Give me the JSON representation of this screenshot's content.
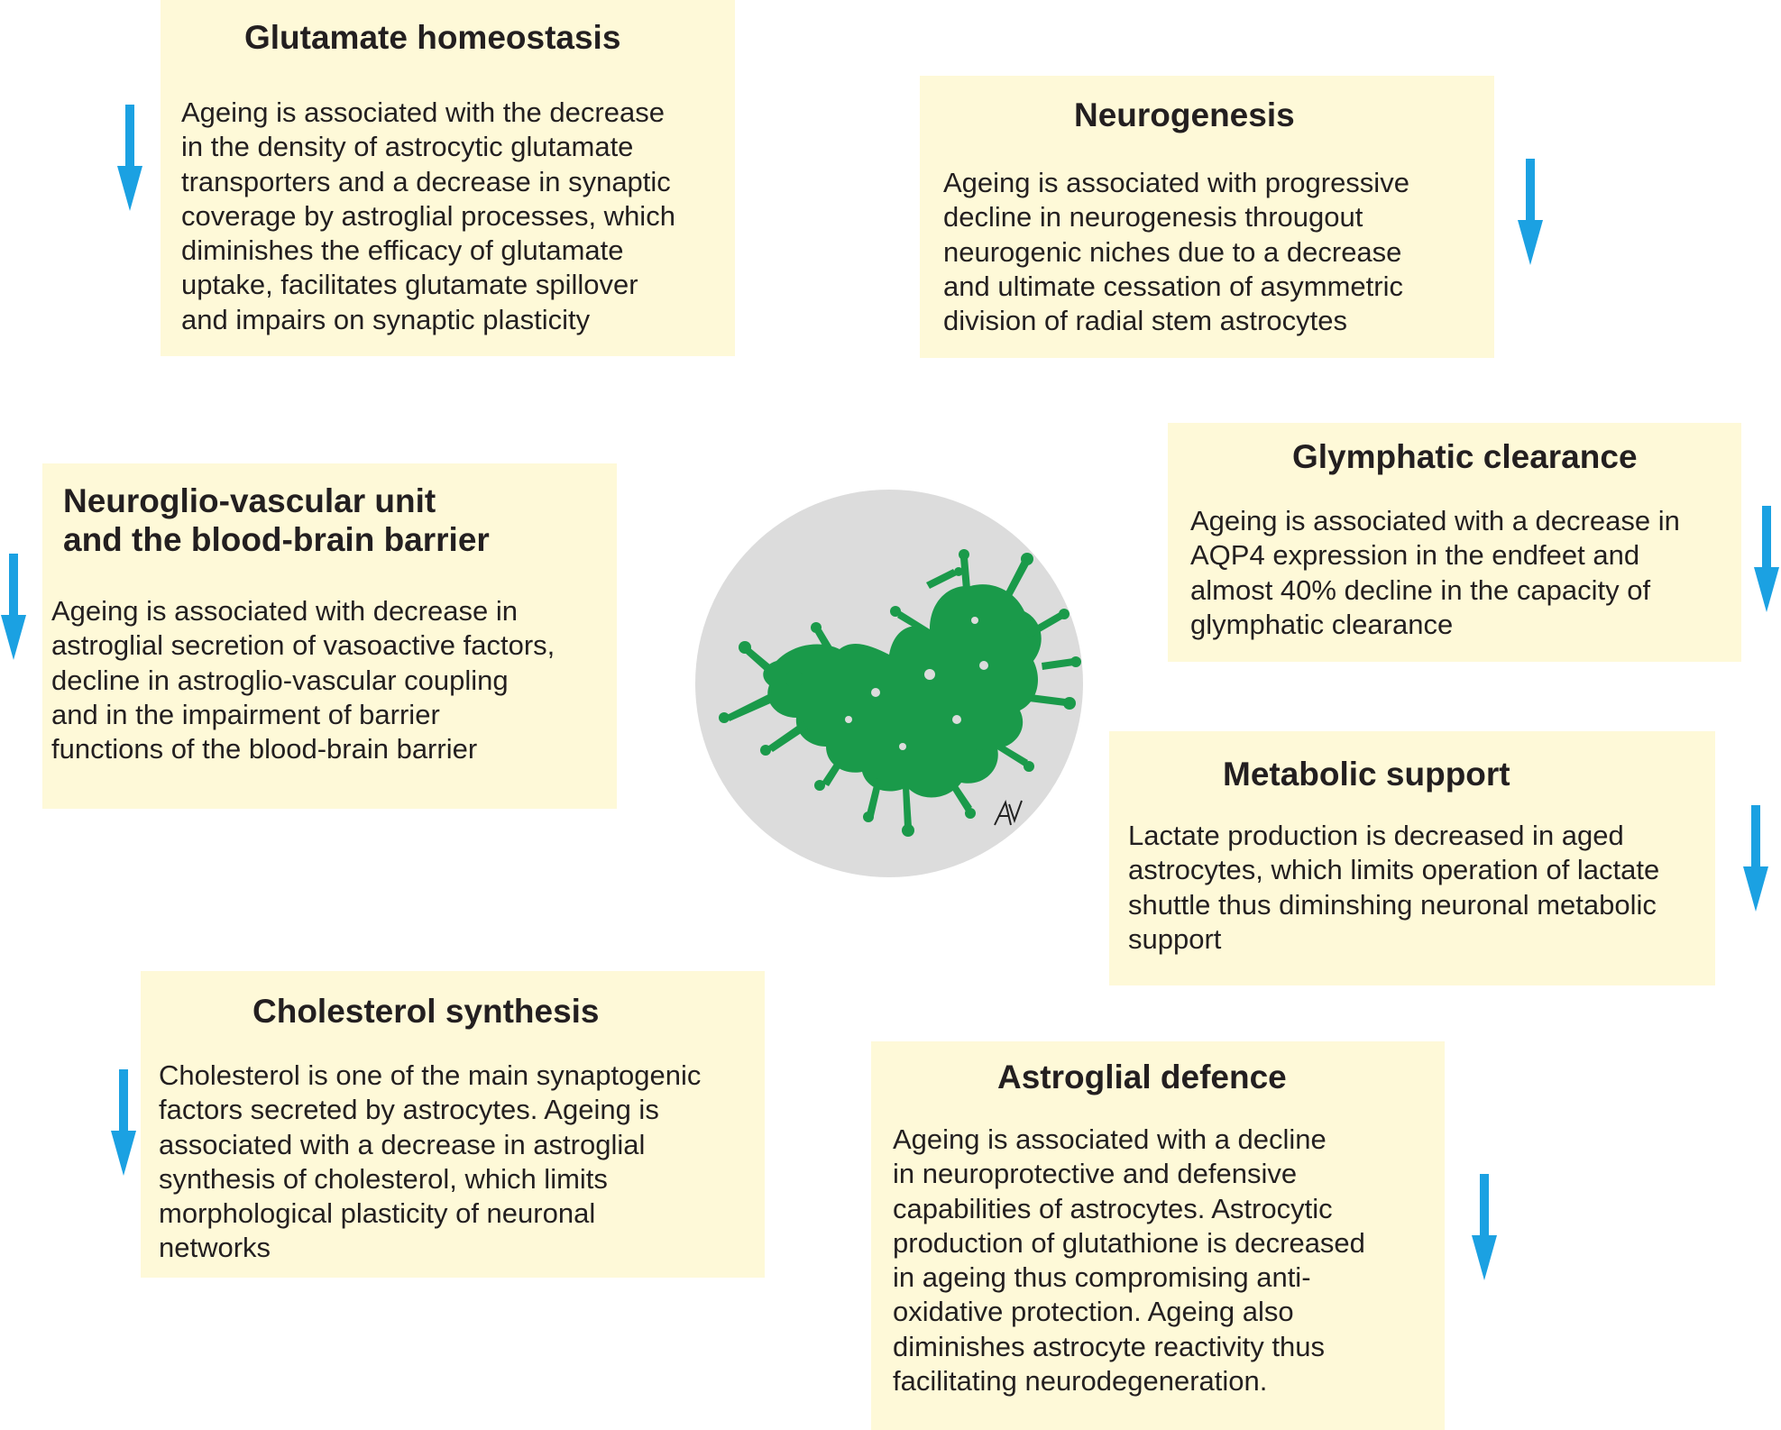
{
  "colors": {
    "box_fill": "#fef9d8",
    "arrow": "#1ba1e2",
    "circle": "#dcdcdc",
    "astrocyte": "#1a9a4a"
  },
  "center": {
    "icon": "astrocyte-illustration",
    "signature": "AV"
  },
  "boxes": {
    "glutamate": {
      "title": "Glutamate homeostasis",
      "text": "Ageing is associated with the decrease\nin the density of astrocytic glutamate\ntransporters and a decrease in synaptic\ncoverage by astroglial processes, which\ndiminishes the efficacy of glutamate\nuptake, facilitates glutamate spillover\nand impairs on synaptic plasticity",
      "trend": "decrease"
    },
    "neurogenesis": {
      "title": "Neurogenesis",
      "text": "Ageing is associated with progressive\ndecline in neurogenesis througout\nneurogenic niches due to a decrease\nand ultimate cessation of asymmetric\ndivision of radial stem astrocytes",
      "trend": "decrease"
    },
    "nvu": {
      "title_line1": "Neuroglio-vascular unit",
      "title_line2": "and the blood-brain barrier",
      "text": "Ageing is associated with decrease in\nastroglial secretion of vasoactive factors,\ndecline in astroglio-vascular coupling\nand in the impairment of barrier\nfunctions of the blood-brain barrier",
      "trend": "decrease"
    },
    "glymphatic": {
      "title": "Glymphatic clearance",
      "text": "Ageing is associated with a decrease in\nAQP4  expression in the endfeet and\nalmost 40% decline in the capacity of\nglymphatic clearance",
      "trend": "decrease"
    },
    "metabolic": {
      "title": "Metabolic support",
      "text": "Lactate production is decreased in aged\nastrocytes, which limits operation of lactate\nshuttle thus diminshing neuronal metabolic\nsupport",
      "trend": "decrease"
    },
    "cholesterol": {
      "title": "Cholesterol synthesis",
      "text": "Cholesterol is one of the main synaptogenic\nfactors secreted by astrocytes. Ageing is\nassociated with a decrease in astroglial\nsynthesis of cholesterol, which limits\nmorphological plasticity of neuronal\nnetworks",
      "trend": "decrease"
    },
    "defence": {
      "title": "Astroglial defence",
      "text": "Ageing is associated with a decline\nin neuroprotective and defensive\ncapabilities of astrocytes. Astrocytic\nproduction of glutathione is decreased\nin ageing thus compromising anti-\noxidative protection. Ageing also\ndiminishes astrocyte reactivity thus\nfacilitating neurodegeneration.",
      "trend": "decrease"
    }
  }
}
